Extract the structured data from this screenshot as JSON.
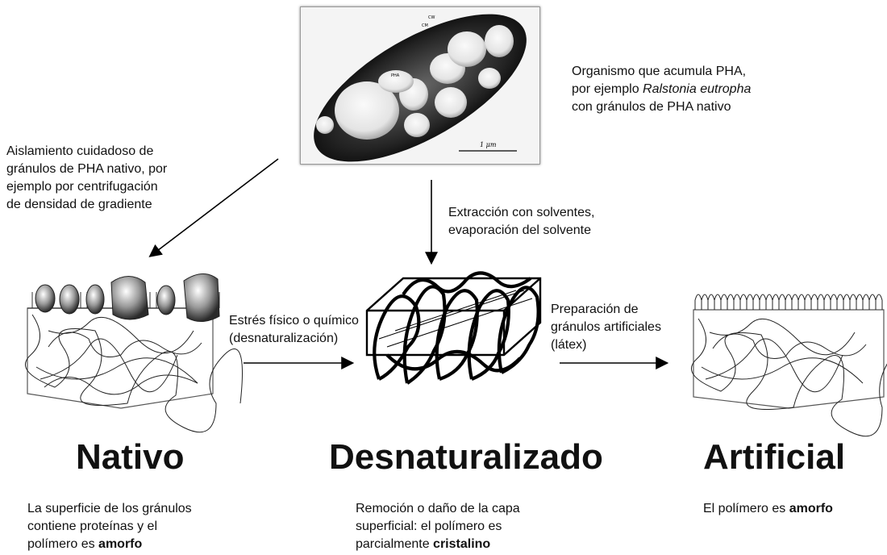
{
  "organism_caption": {
    "line1": "Organismo que acumula PHA,",
    "line2_prefix": "por ejemplo ",
    "line2_italic": "Ralstonia eutropha",
    "line3": "con gránulos de PHA nativo"
  },
  "micrograph": {
    "scale_label": "1 μm",
    "label_pha": "PHA",
    "label_cw": "CW",
    "label_cm": "CM"
  },
  "isolation_caption": {
    "line1": "Aislamiento cuidadoso de",
    "line2": "gránulos de PHA nativo, por",
    "line3": "ejemplo por centrifugación",
    "line4": "de densidad de gradiente"
  },
  "extraction_caption": {
    "line1": "Extracción con solventes,",
    "line2": "evaporación del solvente"
  },
  "stress_caption": {
    "line1": "Estrés físico o químico",
    "line2": "(desnaturalización)"
  },
  "artificial_prep_caption": {
    "line1": "Preparación de",
    "line2": "gránulos artificiales",
    "line3": "(látex)"
  },
  "states": {
    "native": {
      "title": "Nativo",
      "desc1": "La superficie de los gránulos",
      "desc2": "contiene proteínas y el",
      "desc3_prefix": "polímero es ",
      "desc3_bold": "amorfo"
    },
    "denatured": {
      "title": "Desnaturalizado",
      "desc1": "Remoción o daño de la capa",
      "desc2": "superficial: el polímero es",
      "desc3_prefix": "parcialmente ",
      "desc3_bold": "cristalino"
    },
    "artificial": {
      "title": "Artificial",
      "desc1_prefix": "El polímero es ",
      "desc1_bold": "amorfo"
    }
  }
}
